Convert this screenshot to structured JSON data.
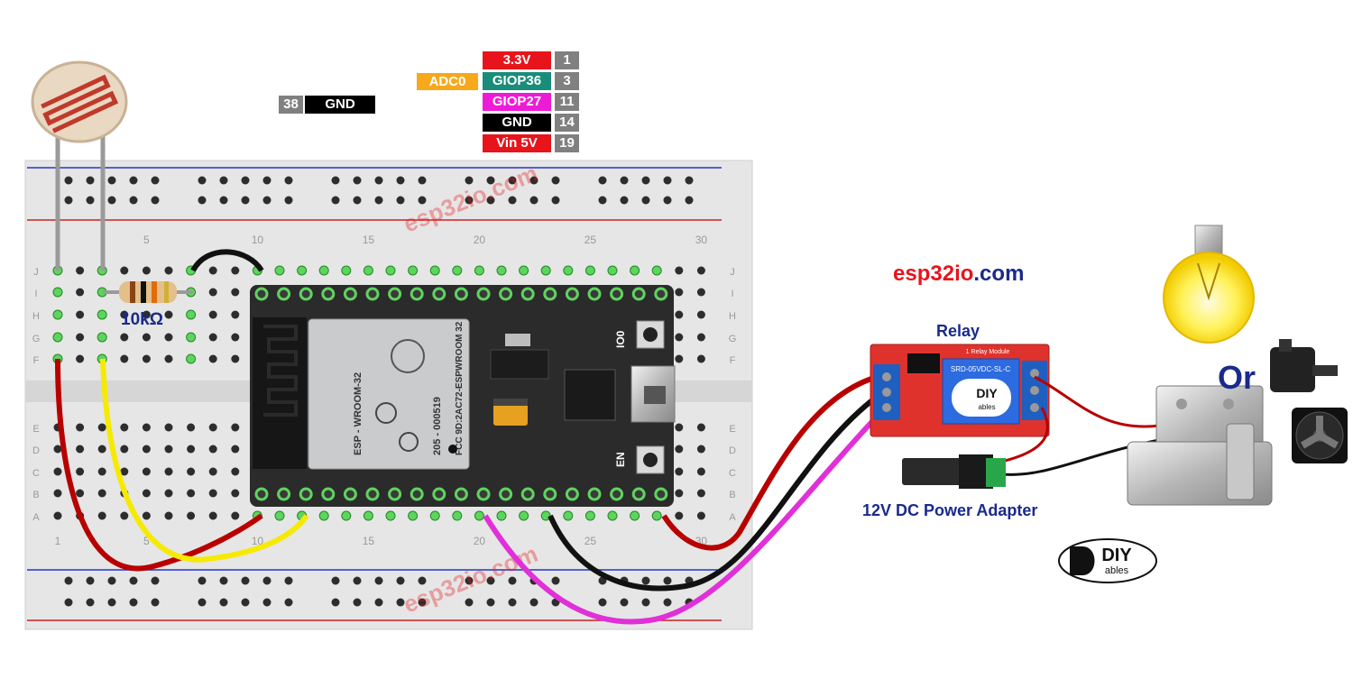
{
  "pin_header": [
    {
      "label": "3.3V",
      "num": "1",
      "color": "#e8141b",
      "text_color": "#ffffff"
    },
    {
      "label": "GIOP36",
      "num": "3",
      "color": "#1a8c7a",
      "text_color": "#ffffff"
    },
    {
      "label": "GIOP27",
      "num": "11",
      "color": "#ee1bd6",
      "text_color": "#ffffff"
    },
    {
      "label": "GND",
      "num": "14",
      "color": "#000000",
      "text_color": "#ffffff"
    },
    {
      "label": "Vin 5V",
      "num": "19",
      "color": "#e8141b",
      "text_color": "#ffffff"
    }
  ],
  "adc_label": {
    "text": "ADC0",
    "color": "#f7a81b"
  },
  "gnd_pin": {
    "num": "38",
    "label": "GND"
  },
  "resistor": {
    "label": "10kΩ"
  },
  "breadboard": {
    "column_numbers": [
      "1",
      "5",
      "10",
      "15",
      "20",
      "25",
      "30"
    ],
    "row_letters_top": [
      "J",
      "I",
      "H",
      "G",
      "F"
    ],
    "row_letters_bottom": [
      "E",
      "D",
      "C",
      "B",
      "A"
    ],
    "watermark": "esp32io.com"
  },
  "esp32": {
    "module_lines": [
      "ESP - WROOM-32",
      "205 - 000519",
      "FCC 9D:2AC72-ESPWROOM 32"
    ],
    "buttons": [
      "IO0",
      "EN"
    ]
  },
  "brand": {
    "prefix": "esp32",
    "middle": "io",
    "suffix": ".com"
  },
  "relay": {
    "title": "Relay",
    "model": "SRD-05VDC-SL-C",
    "board_text": "1 Relay Module",
    "logo_text": "DIY",
    "logo_sub": "ables"
  },
  "power_adapter": {
    "label": "12V DC Power Adapter"
  },
  "or_label": "Or",
  "diyables_logo": {
    "text": "DIY",
    "sub": "ables"
  },
  "colors": {
    "wire_red": "#b80000",
    "wire_black": "#111111",
    "wire_yellow": "#f5ea00",
    "wire_magenta": "#e030d8",
    "brand_red": "#e8141b",
    "brand_blue": "#1a2a8c",
    "relay_red": "#e0322d",
    "breadboard": "#e6e6e6"
  }
}
